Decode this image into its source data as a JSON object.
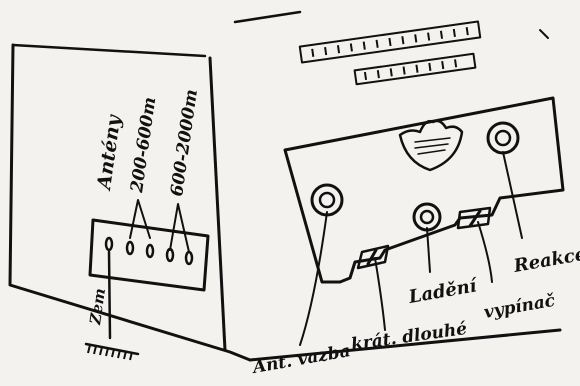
{
  "labels": {
    "antennas": "Antény",
    "band_mw": "200-600m",
    "band_lw": "600-2000m",
    "ground": "Zem",
    "antenna_coupling": "Ant. vazba",
    "short_long": "krát. dlouhé",
    "tuning": "Ladění",
    "switch": "vypínač",
    "reaction": "Reakce"
  }
}
